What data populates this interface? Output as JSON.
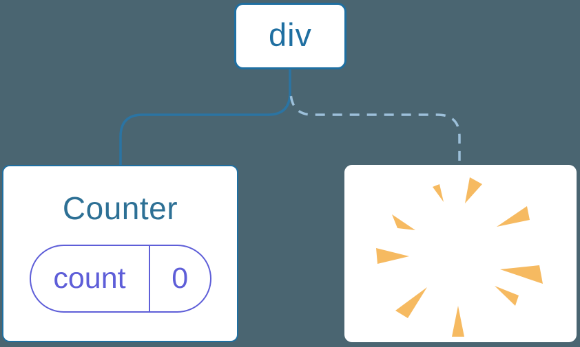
{
  "diagram": {
    "root": {
      "label": "div"
    },
    "counter": {
      "title": "Counter",
      "state": {
        "key": "count",
        "value": "0"
      }
    },
    "removed": {
      "icon": "poof-starburst-icon"
    },
    "connectors": {
      "kept_style": "solid",
      "removed_style": "dashed"
    }
  },
  "colors": {
    "background": "#4a6571",
    "node-blue": "#1f6fa1",
    "title-blue": "#2d7095",
    "connector-solid": "#2b74a3",
    "connector-dashed": "#9dc0da",
    "state-purple": "#5e5ed8",
    "poof-orange": "#f6ba61"
  }
}
